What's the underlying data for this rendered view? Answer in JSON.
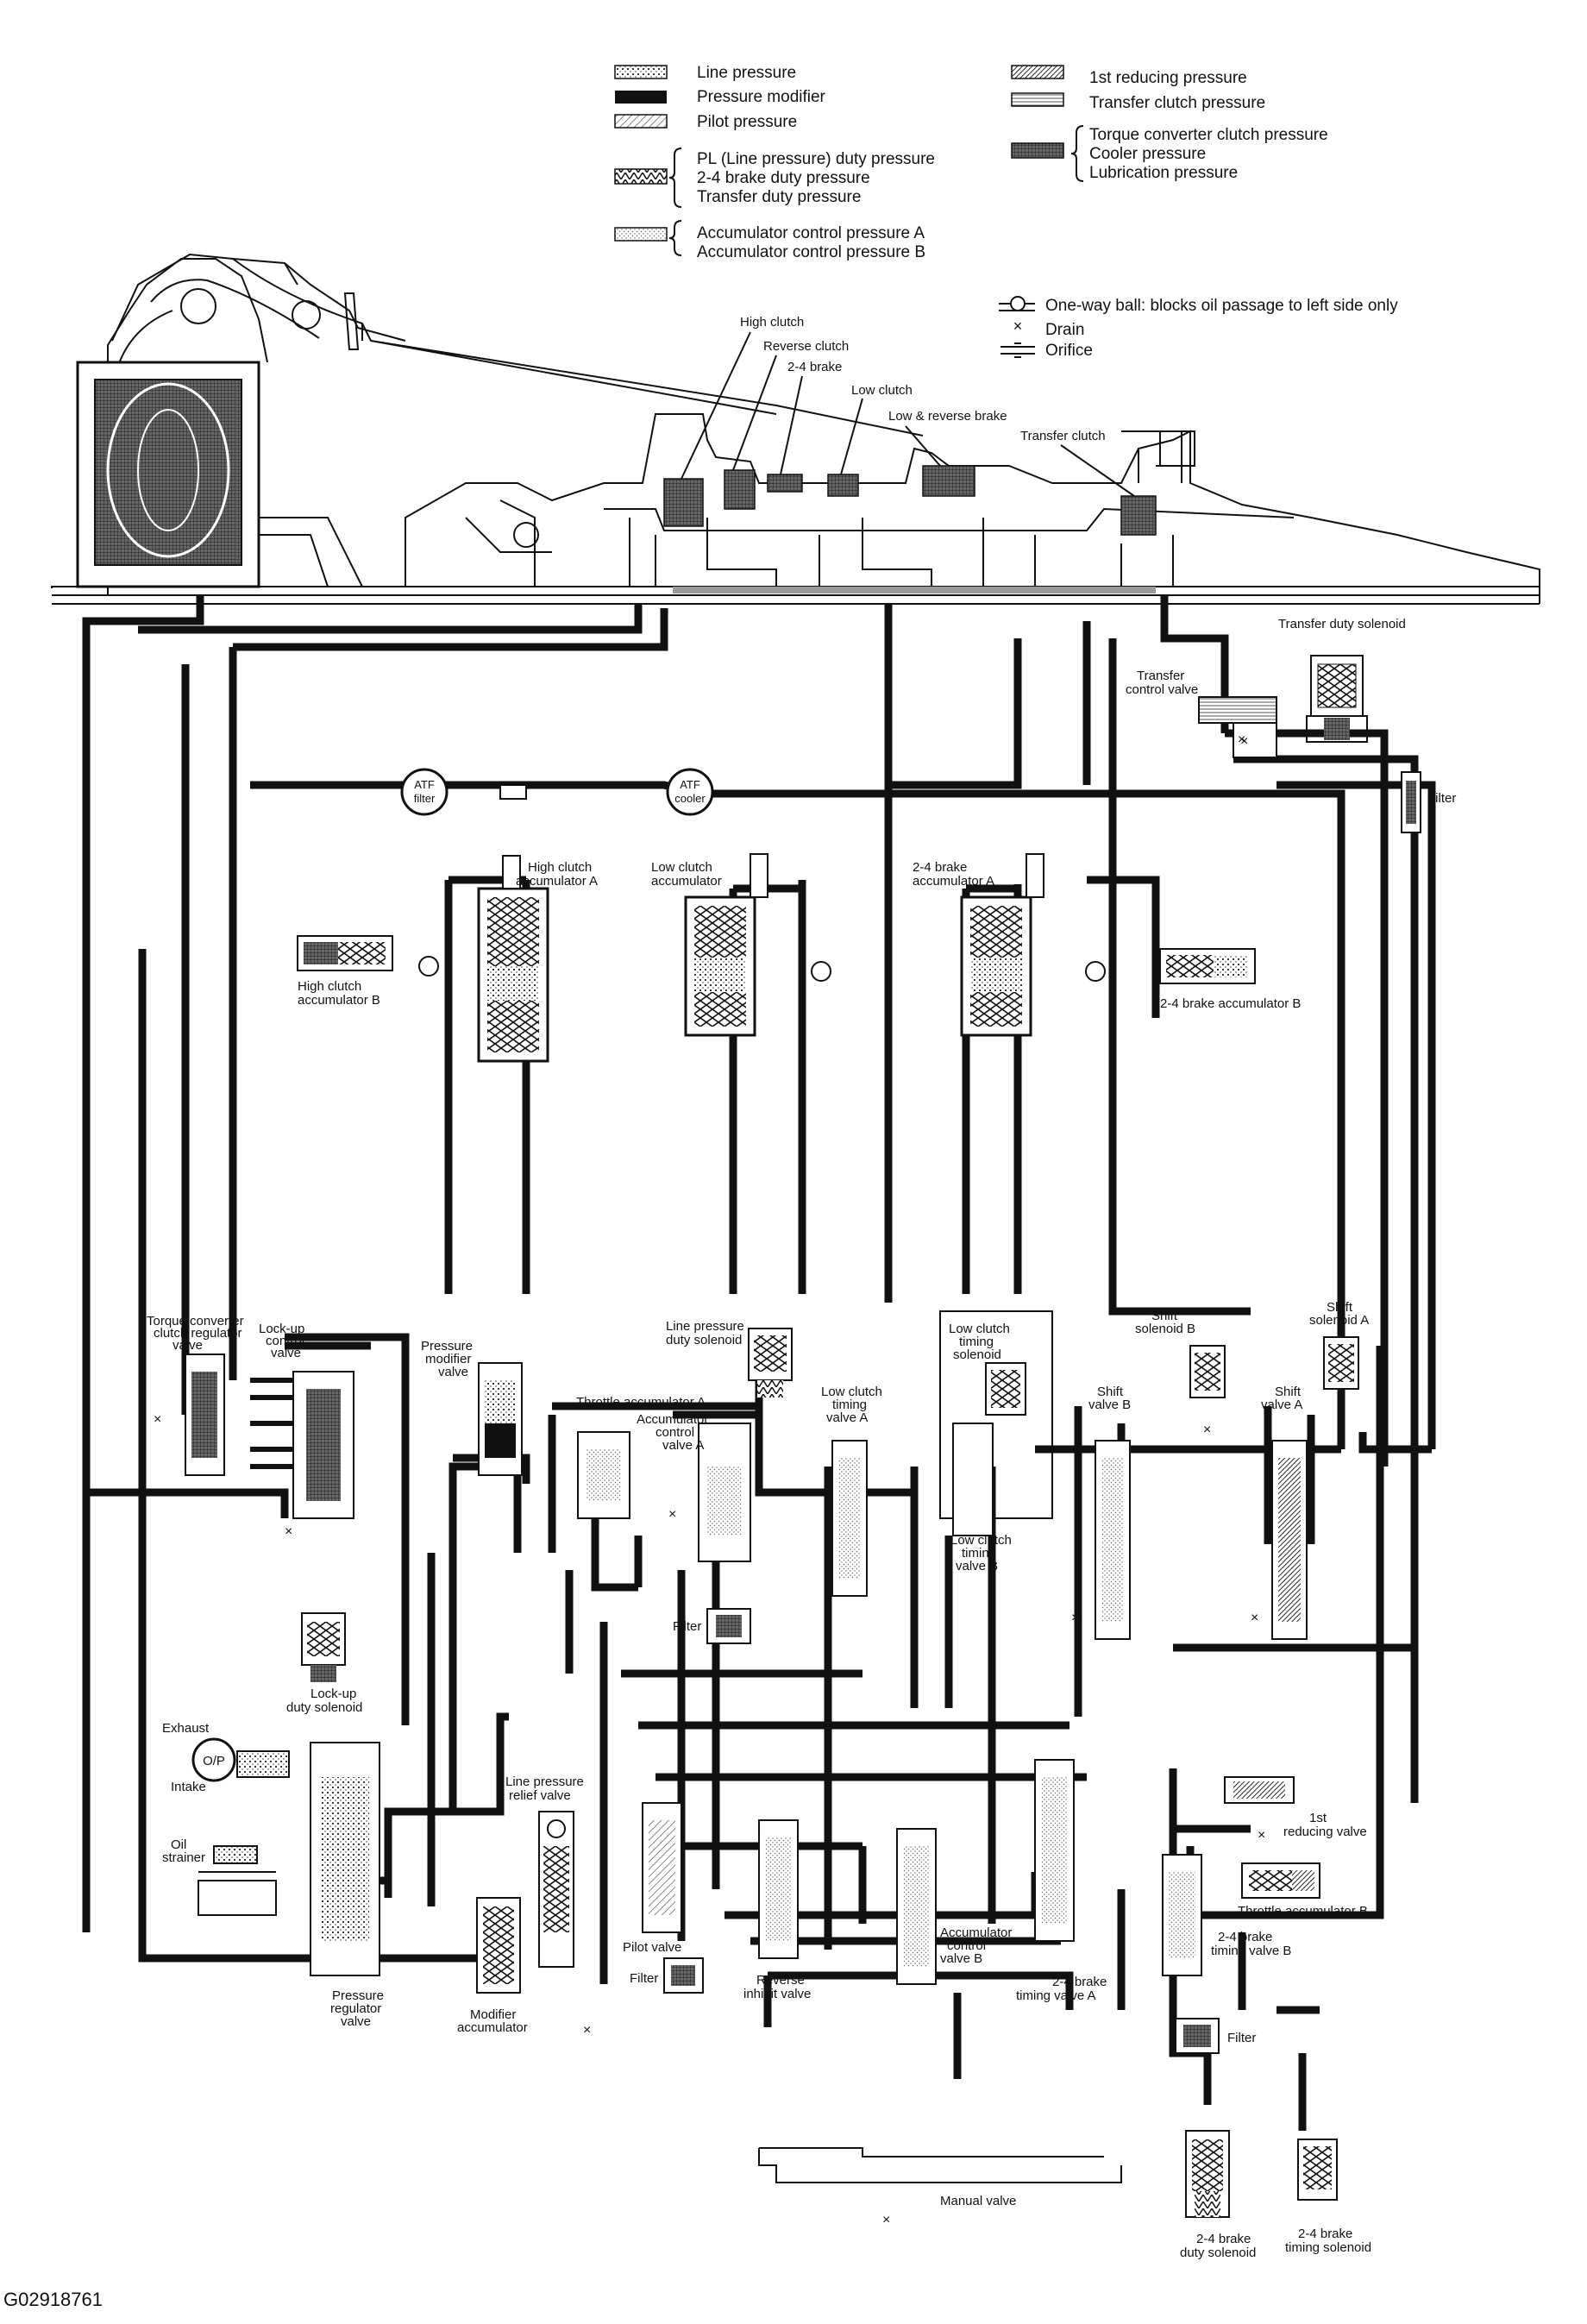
{
  "legend": {
    "left": [
      {
        "label": "Line pressure",
        "swatch": "dots"
      },
      {
        "label": "Pressure modifier",
        "swatch": "solid"
      },
      {
        "label": "Pilot pressure",
        "swatch": "hatch-light"
      },
      {
        "label": "PL (Line pressure) duty pressure",
        "swatch": "zigzag"
      },
      {
        "label": "2-4 brake duty pressure",
        "swatch": "none"
      },
      {
        "label": "Transfer duty pressure",
        "swatch": "none"
      },
      {
        "label": "Accumulator control pressure A",
        "swatch": "stipple"
      },
      {
        "label": "Accumulator control pressure B",
        "swatch": "none"
      }
    ],
    "right": [
      {
        "label": "1st reducing pressure",
        "swatch": "hatch-dense"
      },
      {
        "label": "Transfer clutch pressure",
        "swatch": "lines"
      },
      {
        "label": "Torque converter clutch pressure",
        "swatch": "grid"
      },
      {
        "label": "Cooler pressure",
        "swatch": "none"
      },
      {
        "label": "Lubrication pressure",
        "swatch": "none"
      }
    ],
    "symbols": [
      {
        "label": "One-way ball: blocks oil passage to left side only",
        "icon": "ball-valve-icon"
      },
      {
        "label": "Drain",
        "icon": "drain-x-icon"
      },
      {
        "label": "Orifice",
        "icon": "orifice-icon"
      }
    ]
  },
  "labels": {
    "high_clutch": "High clutch",
    "reverse_clutch": "Reverse clutch",
    "brake_24": "2-4 brake",
    "low_clutch": "Low clutch",
    "low_reverse_brake": "Low & reverse brake",
    "transfer_clutch": "Transfer clutch",
    "transfer_duty_solenoid": "Transfer duty solenoid",
    "transfer_control_valve_1": "Transfer",
    "transfer_control_valve_2": "control valve",
    "filter": "Filter",
    "atf_filter_1": "ATF",
    "atf_filter_2": "filter",
    "atf_cooler_1": "ATF",
    "atf_cooler_2": "cooler",
    "high_clutch_acc_a_1": "High clutch",
    "high_clutch_acc_a_2": "accumulator A",
    "low_clutch_acc_1": "Low clutch",
    "low_clutch_acc_2": "accumulator",
    "brake_24_acc_a_1": "2-4 brake",
    "brake_24_acc_a_2": "accumulator A",
    "high_clutch_acc_b_1": "High clutch",
    "high_clutch_acc_b_2": "accumulator B",
    "brake_24_acc_b": "2-4 brake accumulator B",
    "tc_reg_valve_1": "Torque converter",
    "tc_reg_valve_2": "clutch regulator",
    "tc_reg_valve_3": "valve",
    "lockup_ctrl_1": "Lock-up",
    "lockup_ctrl_2": "control",
    "lockup_ctrl_3": "valve",
    "press_mod_1": "Pressure",
    "press_mod_2": "modifier",
    "press_mod_3": "valve",
    "lp_duty_sol_1": "Line pressure",
    "lp_duty_sol_2": "duty solenoid",
    "throttle_acc_a": "Throttle accumulator A",
    "acc_ctrl_a_1": "Accumulator",
    "acc_ctrl_a_2": "control",
    "acc_ctrl_a_3": "valve A",
    "lc_timing_a_1": "Low clutch",
    "lc_timing_a_2": "timing",
    "lc_timing_a_3": "valve A",
    "lc_timing_sol_1": "Low clutch",
    "lc_timing_sol_2": "timing",
    "lc_timing_sol_3": "solenoid",
    "lc_timing_b_1": "Low clutch",
    "lc_timing_b_2": "timing",
    "lc_timing_b_3": "valve B",
    "shift_sol_b_1": "Shift",
    "shift_sol_b_2": "solenoid B",
    "shift_sol_a_1": "Shift",
    "shift_sol_a_2": "solenoid A",
    "shift_valve_b_1": "Shift",
    "shift_valve_b_2": "valve B",
    "shift_valve_a_1": "Shift",
    "shift_valve_a_2": "valve A",
    "lockup_duty_1": "Lock-up",
    "lockup_duty_2": "duty solenoid",
    "exhaust": "Exhaust",
    "op": "O/P",
    "intake": "Intake",
    "oil_strainer_1": "Oil",
    "oil_strainer_2": "strainer",
    "pressure_reg_1": "Pressure",
    "pressure_reg_2": "regulator",
    "pressure_reg_3": "valve",
    "modifier_acc_1": "Modifier",
    "modifier_acc_2": "accumulator",
    "lp_relief_1": "Line pressure",
    "lp_relief_2": "relief valve",
    "pilot_valve": "Pilot valve",
    "reverse_inhibit_1": "Reverse",
    "reverse_inhibit_2": "inhibit valve",
    "acc_ctrl_b_1": "Accumulator",
    "acc_ctrl_b_2": "control",
    "acc_ctrl_b_3": "valve B",
    "brake_timing_a_1": "2-4 brake",
    "brake_timing_a_2": "timing valve A",
    "first_reducing_1": "1st",
    "first_reducing_2": "reducing valve",
    "throttle_acc_b": "Throttle accumulator B",
    "brake_timing_b_1": "2-4 brake",
    "brake_timing_b_2": "timing valve B",
    "manual_valve": "Manual valve",
    "brake_duty_sol_1": "2-4 brake",
    "brake_duty_sol_2": "duty solenoid",
    "brake_timing_sol_1": "2-4 brake",
    "brake_timing_sol_2": "timing solenoid"
  },
  "figure_id": "G02918761"
}
